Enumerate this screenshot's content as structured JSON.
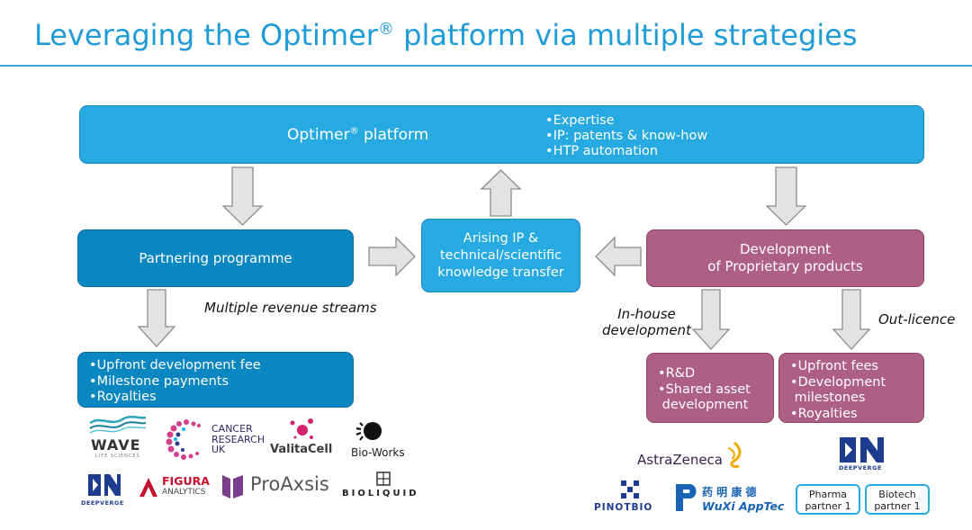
{
  "title": {
    "text": "Leveraging the Optimer",
    "reg": "®",
    "rest": " platform via multiple strategies"
  },
  "platform": {
    "name": "Optimer",
    "reg": "®",
    "suffix": " platform",
    "bullets": [
      "Expertise",
      "IP: patents & know-how",
      "HTP automation"
    ]
  },
  "arising": {
    "lines": [
      "Arising IP &",
      "technical/scientific",
      "knowledge transfer"
    ]
  },
  "partnering": {
    "label": "Partnering programme",
    "streams_label": "Multiple revenue streams",
    "bullets": [
      "Upfront development fee",
      "Milestone payments",
      "Royalties"
    ]
  },
  "development": {
    "lines": [
      "Development",
      "of Proprietary products"
    ]
  },
  "inhouse": {
    "label_lines": [
      "In-house",
      "development"
    ],
    "bullets": [
      "R&D",
      "Shared asset",
      "development"
    ]
  },
  "outlicence": {
    "label": "Out-licence",
    "bullets": [
      "Upfront fees",
      "Development",
      "milestones",
      "Royalties"
    ]
  },
  "logos": {
    "wave": "WAVE",
    "wave_sub": "LIFE SCIENCES",
    "cancer": [
      "CANCER",
      "RESEARCH",
      "UK"
    ],
    "valitacell": "ValitaCell",
    "bioworks": "Bio-Works",
    "deepverge": "DEEPVERGE",
    "figura": [
      "FIGURA",
      "ANALYTICS"
    ],
    "proaxsis": "ProAxsis",
    "bioliquid": "BIOLIQUID",
    "astrazeneca": "AstraZeneca",
    "pinotbio": "PINOTBIO",
    "wuxi": "WuXi AppTec",
    "wuxi_cn": "药 明 康 德",
    "deepverge2": "DEEPVERGE",
    "pharma_partner": [
      "Pharma",
      "partner 1"
    ],
    "biotech_partner": [
      "Biotech",
      "partner 1"
    ]
  },
  "colors": {
    "accent": "#1f9bd7",
    "box_blue": "#27aae1",
    "box_dark_blue": "#0a86c0",
    "box_plum": "#ae5f84"
  }
}
